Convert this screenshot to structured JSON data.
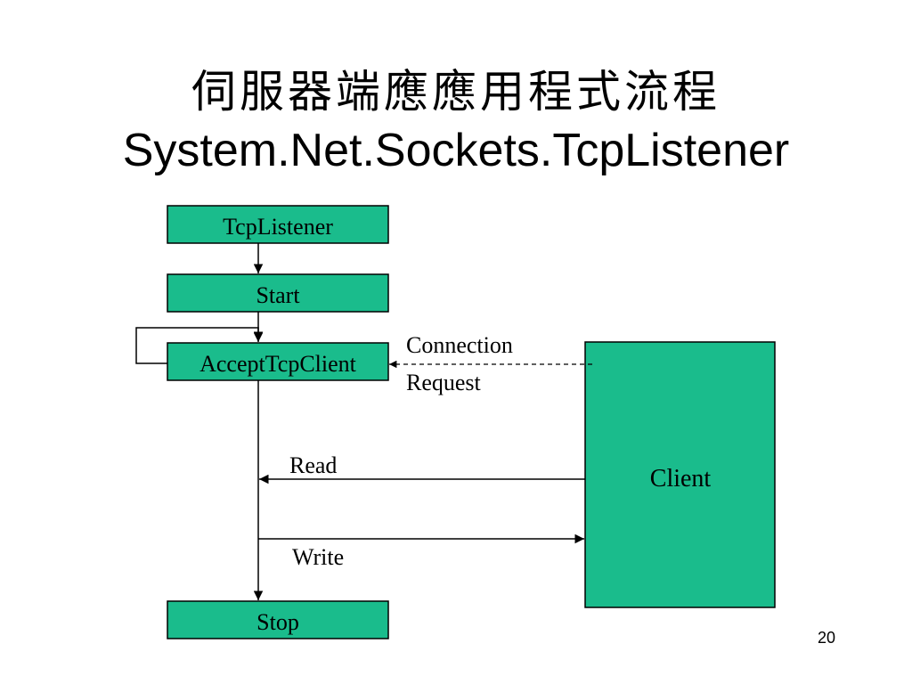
{
  "slide": {
    "title_line1": "伺服器端應應用程式流程",
    "title_line2": "System.Net.Sockets.TcpListener",
    "page_number": "20"
  },
  "diagram": {
    "nodes": {
      "tcplistener": "TcpListener",
      "start": "Start",
      "accept": "AcceptTcpClient",
      "stop": "Stop",
      "client": "Client"
    },
    "labels": {
      "connection_line1": "Connection",
      "connection_line2": "Request",
      "read": "Read",
      "write": "Write"
    },
    "colors": {
      "box_fill": "#1ABC8C",
      "line": "#000000",
      "text": "#000000"
    }
  }
}
